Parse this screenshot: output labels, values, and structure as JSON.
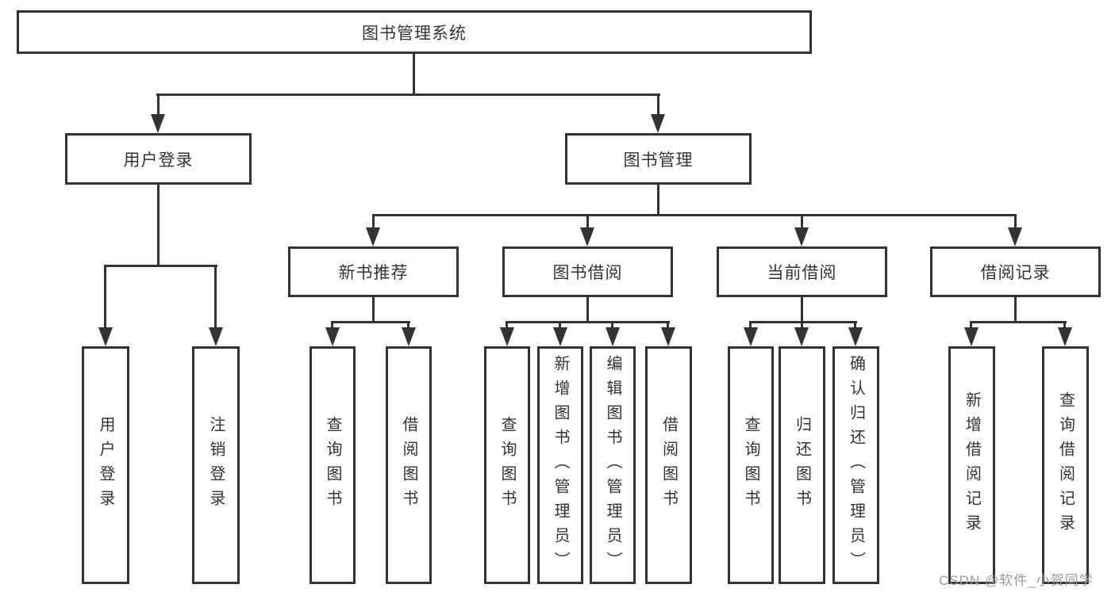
{
  "tree": {
    "label": "图书管理系统",
    "children": [
      {
        "label": "用户登录",
        "children": [
          {
            "label": "用户登录"
          },
          {
            "label": "注销登录"
          }
        ]
      },
      {
        "label": "图书管理",
        "children": [
          {
            "label": "新书推荐",
            "children": [
              {
                "label": "查询图书"
              },
              {
                "label": "借阅图书"
              }
            ]
          },
          {
            "label": "图书借阅",
            "children": [
              {
                "label": "查询图书"
              },
              {
                "label": "新增图书（管理员）"
              },
              {
                "label": "编辑图书（管理员）"
              },
              {
                "label": "借阅图书"
              }
            ]
          },
          {
            "label": "当前借阅",
            "children": [
              {
                "label": "查询图书"
              },
              {
                "label": "归还图书"
              },
              {
                "label": "确认归还（管理员）"
              }
            ]
          },
          {
            "label": "借阅记录",
            "children": [
              {
                "label": "新增借阅记录"
              },
              {
                "label": "查询借阅记录"
              }
            ]
          }
        ]
      }
    ]
  },
  "watermark": {
    "text": "CSDN @软件_小贺同学"
  },
  "theme": {
    "line_color": "#333333",
    "box_fill": "#ffffff",
    "text_color": "#333333",
    "watermark_color": "#9a9a9a",
    "background": "#ffffff"
  }
}
